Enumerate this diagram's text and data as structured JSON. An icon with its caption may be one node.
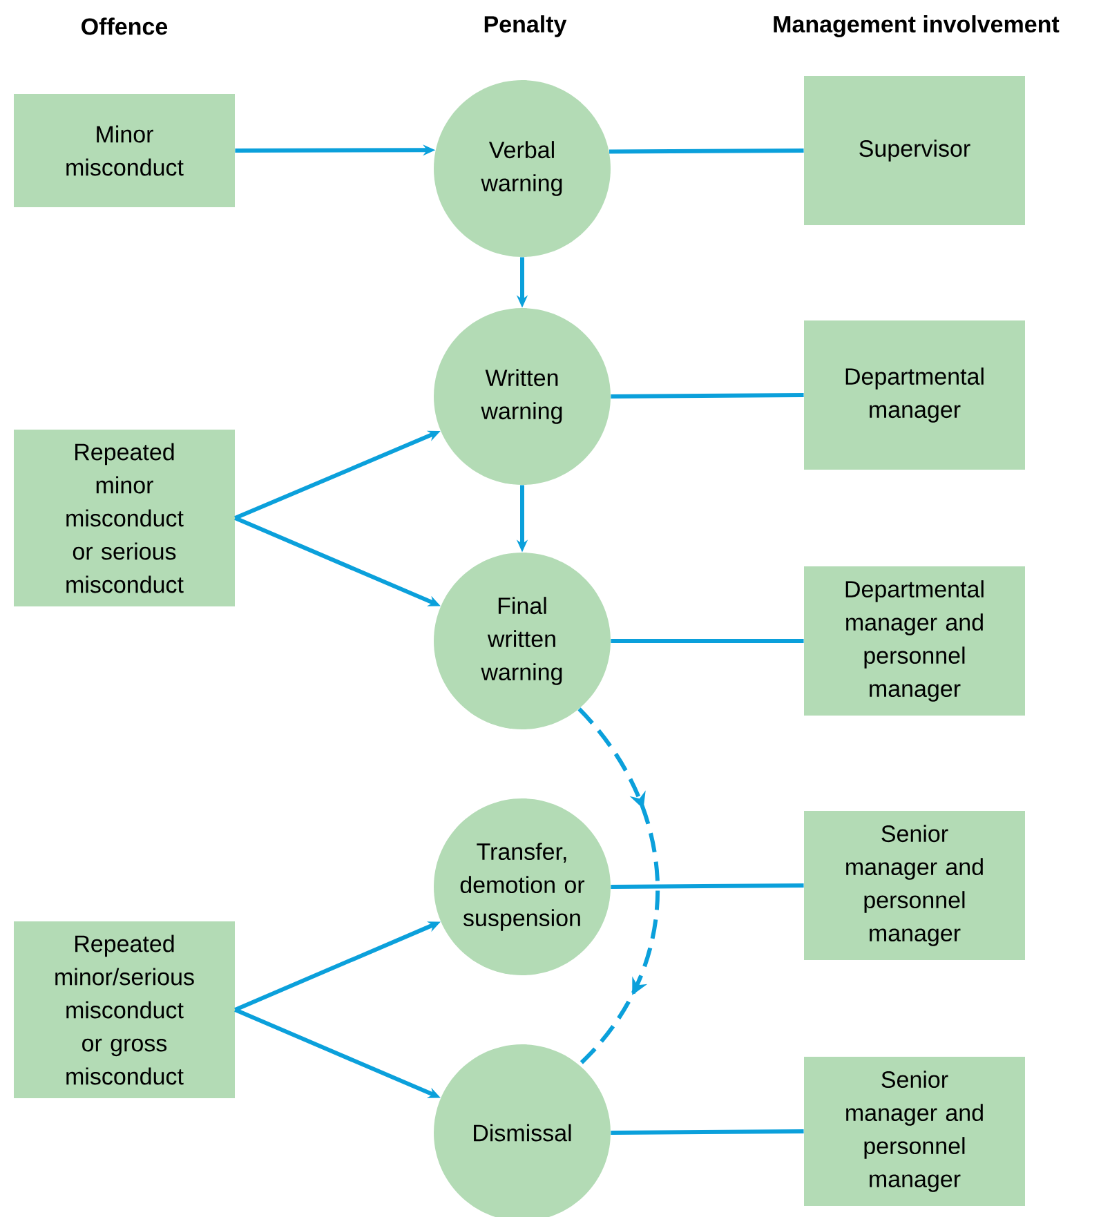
{
  "diagram": {
    "nodes": [
      {
        "text": [
          "Minor misconduct"
        ]
      },
      {
        "text": [
          "Repeated minor misconduct or serious misconduct"
        ]
      },
      {
        "text": [
          "Repeated minor/serious misconduct or gross misconduct"
        ]
      },
      {
        "text": [
          "Verbal warning"
        ]
      },
      {
        "text": [
          "Written warning"
        ]
      },
      {
        "text": [
          "Final written warning"
        ]
      },
      {
        "text": [
          "Transfer, demotion or suspension"
        ]
      },
      {
        "text": [
          "Dismissal"
        ]
      },
      {
        "text": [
          "Supervisor"
        ]
      },
      {
        "text": [
          "Departmental manager"
        ]
      },
      {
        "text": [
          "Departmental manager and personnel manager"
        ]
      },
      {
        "text": [
          "Senior manager and personnel manager"
        ]
      },
      {
        "text": [
          "Senior manager and personnel manager"
        ]
      }
    ],
    "edges": [
      {
        "from": 0,
        "to": 3,
        "arrow": "to"
      },
      {
        "from": 3,
        "to": 4,
        "arrow": "to"
      },
      {
        "from": 1,
        "to": 4,
        "arrow": "to"
      },
      {
        "from": 1,
        "to": 5,
        "arrow": "to"
      },
      {
        "from": 4,
        "to": 5,
        "arrow": "to"
      },
      {
        "from": 5,
        "to": 7,
        "arrow": "to",
        "style": "dashed"
      },
      {
        "from": 2,
        "to": 6,
        "arrow": "to"
      },
      {
        "from": 2,
        "to": 7,
        "arrow": "to"
      },
      {
        "from": 3,
        "to": 8,
        "arrow": "none"
      },
      {
        "from": 4,
        "to": 9,
        "arrow": "none"
      },
      {
        "from": 5,
        "to": 10,
        "arrow": "none"
      },
      {
        "from": 6,
        "to": 11,
        "arrow": "none"
      },
      {
        "from": 7,
        "to": 12,
        "arrow": "none"
      }
    ],
    "labels": [
      "Offence",
      "Penalty",
      "Management involvement"
    ]
  }
}
